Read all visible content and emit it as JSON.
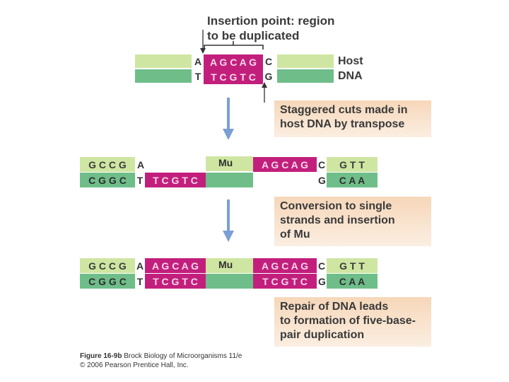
{
  "title": {
    "line1": "Insertion point: region",
    "line2": "to be duplicated"
  },
  "host_label": {
    "line1": "Host",
    "line2": "DNA"
  },
  "row1": {
    "top_left": "A",
    "top_mag": "A G C A G",
    "top_right": "C",
    "bot_left": "T",
    "bot_mag": "T C G T C",
    "bot_right": "G"
  },
  "caption1": {
    "line1": "Staggered cuts made in",
    "line2": "host DNA by transpose"
  },
  "row2": {
    "top_green": "G C C G",
    "top_a": "A",
    "mu": "Mu",
    "top_mag": "A G C A G",
    "top_c": "C",
    "top_green_right": "G T T",
    "bot_green": "C G G C",
    "bot_t": "T",
    "bot_mag": "T C G T C",
    "bot_g": "G",
    "bot_green_right": "C A A"
  },
  "caption2": {
    "line1": "Conversion to single",
    "line2": "strands and insertion",
    "line3": "of Mu"
  },
  "row3": {
    "top_green": "G C C G",
    "top_a": "A",
    "top_mag_left": "A G C A G",
    "mu": "Mu",
    "top_mag_right": "A G C A G",
    "top_c": "C",
    "top_green_right": "G T T",
    "bot_green": "C G G C",
    "bot_t": "T",
    "bot_mag_left": "T C G T C",
    "bot_mag_right": "T C G T C",
    "bot_g": "G",
    "bot_green_right": "C A A"
  },
  "caption3": {
    "line1": "Repair of DNA leads",
    "line2": "to formation of five-base-",
    "line3": "pair duplication"
  },
  "credit": {
    "figure": "Figure 16-9b",
    "book": "Brock Biology of Microorganisms 11/e",
    "copyright": "© 2006 Pearson Prentice Hall, Inc."
  },
  "colors": {
    "light_green": "#cfe6a2",
    "dark_green": "#6fbe8a",
    "magenta": "#c21f7d",
    "caption_bg": "#f6d7b9",
    "arrow": "#7b9fd4"
  }
}
